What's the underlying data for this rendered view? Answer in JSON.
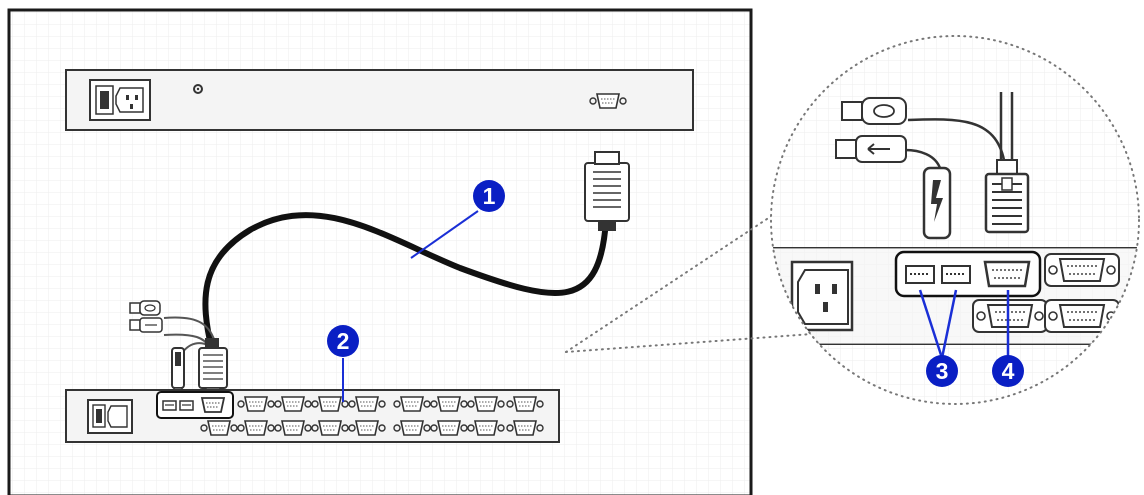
{
  "callouts": [
    {
      "number": "1"
    },
    {
      "number": "2"
    },
    {
      "number": "3"
    },
    {
      "number": "4"
    }
  ],
  "colors": {
    "frame_border": "#1a1a1a",
    "grid_line": "#eeeeee",
    "device_fill": "#f4f4f4",
    "device_stroke": "#333333",
    "cable": "#111111",
    "callout_fill": "#0a1fc4",
    "callout_text": "#ffffff",
    "leader_line": "#1a2fd6",
    "zoom_dots": "#777777"
  },
  "icons": [
    "power-inlet-icon",
    "vga-port-icon",
    "usb-port-icon",
    "usb-plug-icon",
    "vga-plug-icon",
    "keyboard-plug-icon",
    "mouse-plug-icon"
  ]
}
